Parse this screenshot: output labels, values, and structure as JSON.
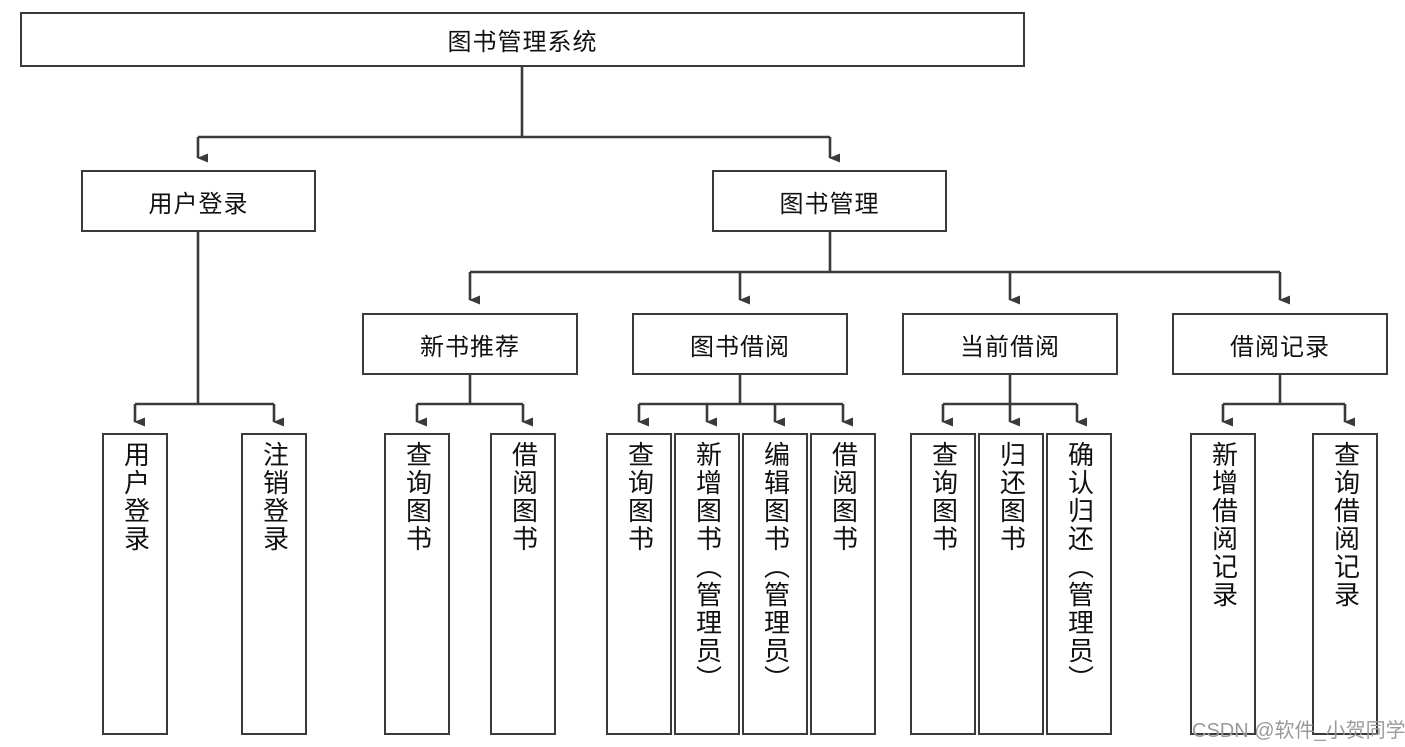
{
  "diagram": {
    "type": "tree-hierarchy",
    "title": "图书管理系统",
    "watermark": "CSDN @软件_小贺同学",
    "colors": {
      "box_stroke": "#3a3a3a",
      "box_fill": "#ffffff",
      "edge": "#3a3a3a",
      "text": "#111111",
      "watermark": "#9a9a9a"
    },
    "levels": {
      "root": "图书管理系统",
      "level2": [
        "用户登录",
        "图书管理"
      ],
      "level3": [
        "新书推荐",
        "图书借阅",
        "当前借阅",
        "借阅记录"
      ],
      "leaves": [
        "用户登录",
        "注销登录",
        "查询图书",
        "借阅图书",
        "查询图书",
        "新增图书（管理员）",
        "编辑图书（管理员）",
        "借阅图书",
        "查询图书",
        "归还图书",
        "确认归还（管理员）",
        "新增借阅记录",
        "查询借阅记录"
      ]
    },
    "nodes": {
      "root": {
        "label": "图书管理系统"
      },
      "user_login": {
        "label": "用户登录"
      },
      "book_mgmt": {
        "label": "图书管理"
      },
      "new_book_rec": {
        "label": "新书推荐"
      },
      "book_borrow": {
        "label": "图书借阅"
      },
      "current_borrow": {
        "label": "当前借阅"
      },
      "borrow_record": {
        "label": "借阅记录"
      },
      "leaf_user_login": {
        "label": "用户登录"
      },
      "leaf_user_logout": {
        "label": "注销登录"
      },
      "leaf_rec_query": {
        "label": "查询图书"
      },
      "leaf_rec_borrow": {
        "label": "借阅图书"
      },
      "leaf_bb_query": {
        "label": "查询图书"
      },
      "leaf_bb_add": {
        "label": "新增图书（管理员）"
      },
      "leaf_bb_edit": {
        "label": "编辑图书（管理员）"
      },
      "leaf_bb_borrow": {
        "label": "借阅图书"
      },
      "leaf_cb_query": {
        "label": "查询图书"
      },
      "leaf_cb_return": {
        "label": "归还图书"
      },
      "leaf_cb_confirm": {
        "label": "确认归还（管理员）"
      },
      "leaf_br_add": {
        "label": "新增借阅记录"
      },
      "leaf_br_query": {
        "label": "查询借阅记录"
      }
    }
  }
}
